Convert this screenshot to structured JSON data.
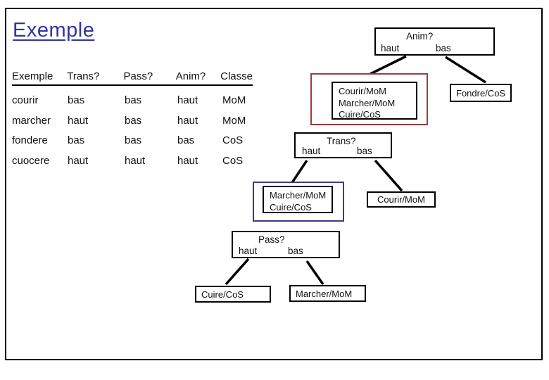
{
  "title": "Exemple",
  "colors": {
    "title_blue": "#3333A3",
    "red_highlight": "#9E3A3E",
    "blue_highlight": "#3E3C7E",
    "line_black": "#000000"
  },
  "table": {
    "headers": [
      "Exemple",
      "Trans?",
      "Pass?",
      "Anim?",
      "Classe"
    ],
    "rows": [
      [
        "courir",
        "bas",
        "bas",
        "haut",
        "MoM"
      ],
      [
        "marcher",
        "haut",
        "bas",
        "haut",
        "MoM"
      ],
      [
        "fondere",
        "bas",
        "bas",
        "bas",
        "CoS"
      ],
      [
        "cuocere",
        "haut",
        "haut",
        "haut",
        "CoS"
      ]
    ]
  },
  "tree": {
    "anim": {
      "question": "Anim?",
      "left": "haut",
      "right": "bas"
    },
    "anim_left_group": {
      "line1": "Courir/MoM",
      "line2": "Marcher/MoM",
      "line3": "Cuire/CoS"
    },
    "anim_right_leaf": "Fondre/CoS",
    "trans": {
      "question": "Trans?",
      "left": "haut",
      "right": "bas"
    },
    "trans_left_group": {
      "line1": "Marcher/MoM",
      "line2": "Cuire/CoS"
    },
    "trans_right_leaf": "Courir/MoM",
    "pass": {
      "question": "Pass?",
      "left": "haut",
      "right": "bas"
    },
    "pass_left_leaf": "Cuire/CoS",
    "pass_right_leaf": "Marcher/MoM"
  }
}
